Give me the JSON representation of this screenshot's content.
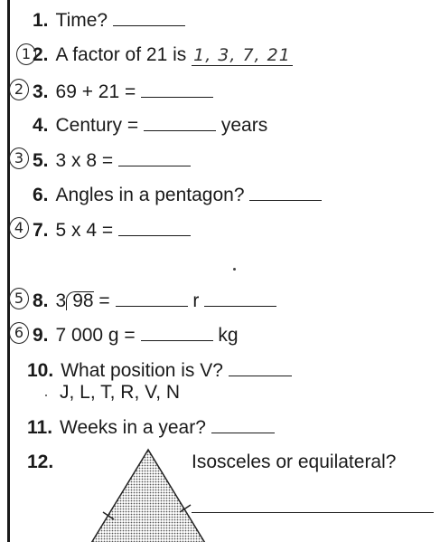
{
  "questions": [
    {
      "num": "1.",
      "text": "Time?"
    },
    {
      "num": "2.",
      "text": "A factor of 21 is",
      "answer": "1, 3, 7, 21"
    },
    {
      "num": "3.",
      "text": "69 + 21 ="
    },
    {
      "num": "4.",
      "before": "Century =",
      "after": "years"
    },
    {
      "num": "5.",
      "text": "3 x 8 ="
    },
    {
      "num": "6.",
      "text": "Angles in a pentagon?"
    },
    {
      "num": "7.",
      "text": "5 x 4 ="
    },
    {
      "num": "8.",
      "divisor": "3",
      "dividend": "98",
      "eq": "=",
      "r": "r"
    },
    {
      "num": "9.",
      "before": "7 000 g =",
      "after": "kg"
    },
    {
      "num": "10.",
      "text": "What position is V?",
      "sub": "J, L, T, R, V, N"
    },
    {
      "num": "11.",
      "text": "Weeks in a year?"
    },
    {
      "num": "12.",
      "text": "Isosceles or equilateral?"
    }
  ],
  "circled_marks": [
    "1",
    "2",
    "3",
    "4",
    "5",
    "6"
  ]
}
